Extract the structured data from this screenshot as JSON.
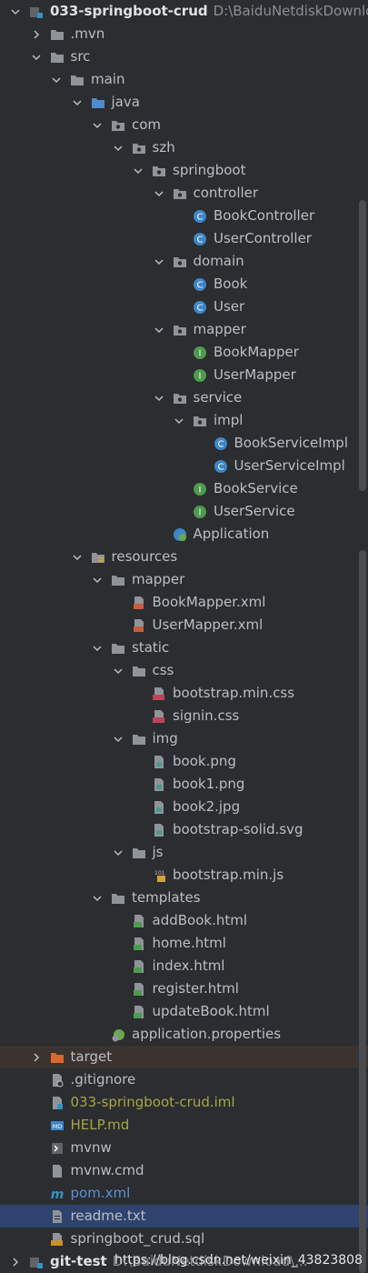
{
  "project": {
    "name": "033-springboot-crud",
    "path": "D:\\BaiduNetdiskDownload"
  },
  "items": [
    {
      "label": "033-springboot-crud",
      "depth": 0,
      "chev": "down",
      "icon": "module",
      "bold": true
    },
    {
      "label": ".mvn",
      "depth": 1,
      "chev": "right",
      "icon": "folder"
    },
    {
      "label": "src",
      "depth": 1,
      "chev": "down",
      "icon": "folder"
    },
    {
      "label": "main",
      "depth": 2,
      "chev": "down",
      "icon": "folder"
    },
    {
      "label": "java",
      "depth": 3,
      "chev": "down",
      "icon": "folder-blue"
    },
    {
      "label": "com",
      "depth": 4,
      "chev": "down",
      "icon": "package"
    },
    {
      "label": "szh",
      "depth": 5,
      "chev": "down",
      "icon": "package"
    },
    {
      "label": "springboot",
      "depth": 6,
      "chev": "down",
      "icon": "package"
    },
    {
      "label": "controller",
      "depth": 7,
      "chev": "down",
      "icon": "package"
    },
    {
      "label": "BookController",
      "depth": 8,
      "icon": "class"
    },
    {
      "label": "UserController",
      "depth": 8,
      "icon": "class"
    },
    {
      "label": "domain",
      "depth": 7,
      "chev": "down",
      "icon": "package"
    },
    {
      "label": "Book",
      "depth": 8,
      "icon": "class"
    },
    {
      "label": "User",
      "depth": 8,
      "icon": "class"
    },
    {
      "label": "mapper",
      "depth": 7,
      "chev": "down",
      "icon": "package"
    },
    {
      "label": "BookMapper",
      "depth": 8,
      "icon": "interface"
    },
    {
      "label": "UserMapper",
      "depth": 8,
      "icon": "interface"
    },
    {
      "label": "service",
      "depth": 7,
      "chev": "down",
      "icon": "package"
    },
    {
      "label": "impl",
      "depth": 8,
      "chev": "down",
      "icon": "package"
    },
    {
      "label": "BookServiceImpl",
      "depth": 9,
      "icon": "class"
    },
    {
      "label": "UserServiceImpl",
      "depth": 9,
      "icon": "class"
    },
    {
      "label": "BookService",
      "depth": 8,
      "icon": "interface"
    },
    {
      "label": "UserService",
      "depth": 8,
      "icon": "interface"
    },
    {
      "label": "Application",
      "depth": 7,
      "icon": "spring-app"
    },
    {
      "label": "resources",
      "depth": 3,
      "chev": "down",
      "icon": "folder-res"
    },
    {
      "label": "mapper",
      "depth": 4,
      "chev": "down",
      "icon": "folder"
    },
    {
      "label": "BookMapper.xml",
      "depth": 5,
      "icon": "xml"
    },
    {
      "label": "UserMapper.xml",
      "depth": 5,
      "icon": "xml"
    },
    {
      "label": "static",
      "depth": 4,
      "chev": "down",
      "icon": "folder"
    },
    {
      "label": "css",
      "depth": 5,
      "chev": "down",
      "icon": "folder"
    },
    {
      "label": "bootstrap.min.css",
      "depth": 6,
      "icon": "css"
    },
    {
      "label": "signin.css",
      "depth": 6,
      "icon": "css"
    },
    {
      "label": "img",
      "depth": 5,
      "chev": "down",
      "icon": "folder"
    },
    {
      "label": "book.png",
      "depth": 6,
      "icon": "image"
    },
    {
      "label": "book1.png",
      "depth": 6,
      "icon": "image"
    },
    {
      "label": "book2.jpg",
      "depth": 6,
      "icon": "image"
    },
    {
      "label": "bootstrap-solid.svg",
      "depth": 6,
      "icon": "image"
    },
    {
      "label": "js",
      "depth": 5,
      "chev": "down",
      "icon": "folder"
    },
    {
      "label": "bootstrap.min.js",
      "depth": 6,
      "icon": "js"
    },
    {
      "label": "templates",
      "depth": 4,
      "chev": "down",
      "icon": "folder"
    },
    {
      "label": "addBook.html",
      "depth": 5,
      "icon": "html"
    },
    {
      "label": "home.html",
      "depth": 5,
      "icon": "html"
    },
    {
      "label": "index.html",
      "depth": 5,
      "icon": "html"
    },
    {
      "label": "register.html",
      "depth": 5,
      "icon": "html"
    },
    {
      "label": "updateBook.html",
      "depth": 5,
      "icon": "html"
    },
    {
      "label": "application.properties",
      "depth": 4,
      "icon": "properties"
    },
    {
      "label": "target",
      "depth": 1,
      "chev": "right",
      "icon": "folder-orange",
      "excluded": true
    },
    {
      "label": ".gitignore",
      "depth": 1,
      "icon": "gitignore"
    },
    {
      "label": "033-springboot-crud.iml",
      "depth": 1,
      "icon": "iml",
      "color": "olive"
    },
    {
      "label": "HELP.md",
      "depth": 1,
      "icon": "md",
      "color": "olive"
    },
    {
      "label": "mvnw",
      "depth": 1,
      "icon": "shell"
    },
    {
      "label": "mvnw.cmd",
      "depth": 1,
      "icon": "file"
    },
    {
      "label": "pom.xml",
      "depth": 1,
      "icon": "maven",
      "color": "blue"
    },
    {
      "label": "readme.txt",
      "depth": 1,
      "icon": "text",
      "selected": true
    },
    {
      "label": "springboot_crud.sql",
      "depth": 1,
      "icon": "sql"
    },
    {
      "label": "git-test",
      "depth": 0,
      "chev": "right",
      "icon": "module",
      "bold": true,
      "path": "D:\\BaiduNetdiskDownload\\..."
    }
  ],
  "watermark": "https://blog.csdn.net/weixin_43823808",
  "colors": {
    "background": "#2b2d30",
    "selected": "#2e436e",
    "excluded": "#3b3330"
  }
}
